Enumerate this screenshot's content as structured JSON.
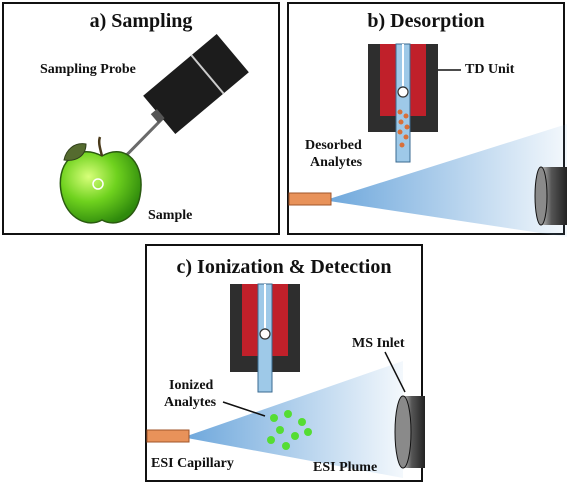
{
  "panels": {
    "sampling": {
      "title": "a) Sampling",
      "labels": {
        "probe": "Sampling Probe",
        "sample": "Sample"
      }
    },
    "desorption": {
      "title": "b) Desorption",
      "labels": {
        "td_unit": "TD Unit",
        "desorbed_line1": "Desorbed",
        "desorbed_line2": "Analytes"
      }
    },
    "ionization": {
      "title": "c) Ionization & Detection",
      "labels": {
        "ms_inlet": "MS Inlet",
        "ionized_line1": "Ionized",
        "ionized_line2": "Analytes",
        "esi_capillary": "ESI Capillary",
        "esi_plume": "ESI Plume"
      }
    }
  },
  "colors": {
    "probe_body": "#1c1c1c",
    "apple": "#6fd21e",
    "td_outer": "#2e2e2e",
    "td_heater": "#c0202a",
    "tube": "#9ec9e8",
    "capillary": "#e8925a",
    "plume": "#6fa8dc",
    "desorbed_dot": "#d8703a",
    "ionized_dot": "#55dd33",
    "ms_inlet": "#3a3a3a"
  }
}
